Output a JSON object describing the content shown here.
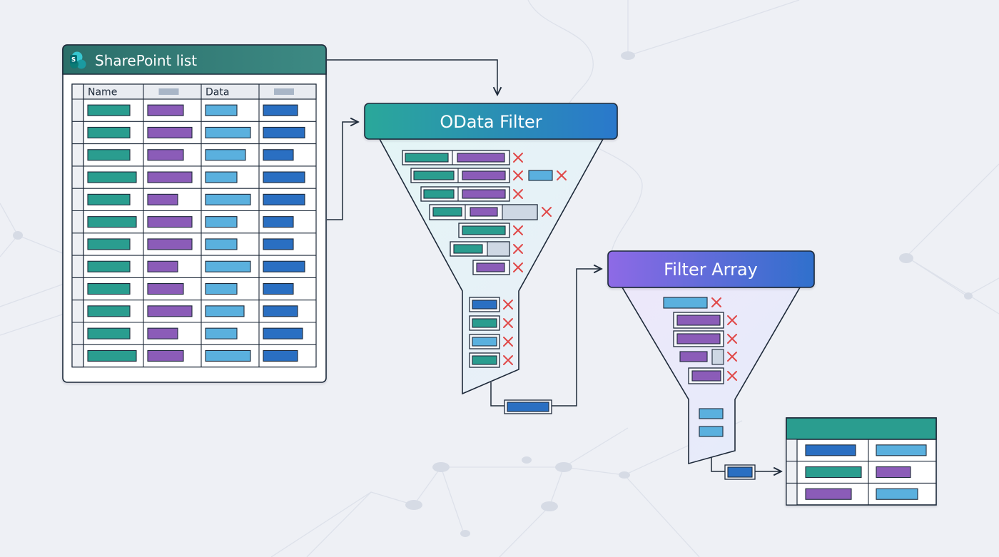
{
  "sharepoint": {
    "title": "SharePoint list",
    "logo_letter": "S",
    "columns": [
      "Name",
      "",
      "Data",
      ""
    ]
  },
  "odata_filter": {
    "title": "OData Filter"
  },
  "filter_array": {
    "title": "Filter Array"
  },
  "colors": {
    "background": "#eef0f5",
    "teal": "#2a9d8f",
    "purple": "#8b5cb8",
    "light_blue": "#5ab0de",
    "dark_blue": "#2a6fc2",
    "reject_mark": "#e04848",
    "odata_header_start": "#2aa89a",
    "odata_header_end": "#2a78cc",
    "filter_array_header_start": "#8e6ae6",
    "filter_array_header_end": "#2f6fcc",
    "result_header": "#2a9d8f"
  },
  "icons": {
    "reject": "cross-icon",
    "flow": "arrow-icon"
  }
}
